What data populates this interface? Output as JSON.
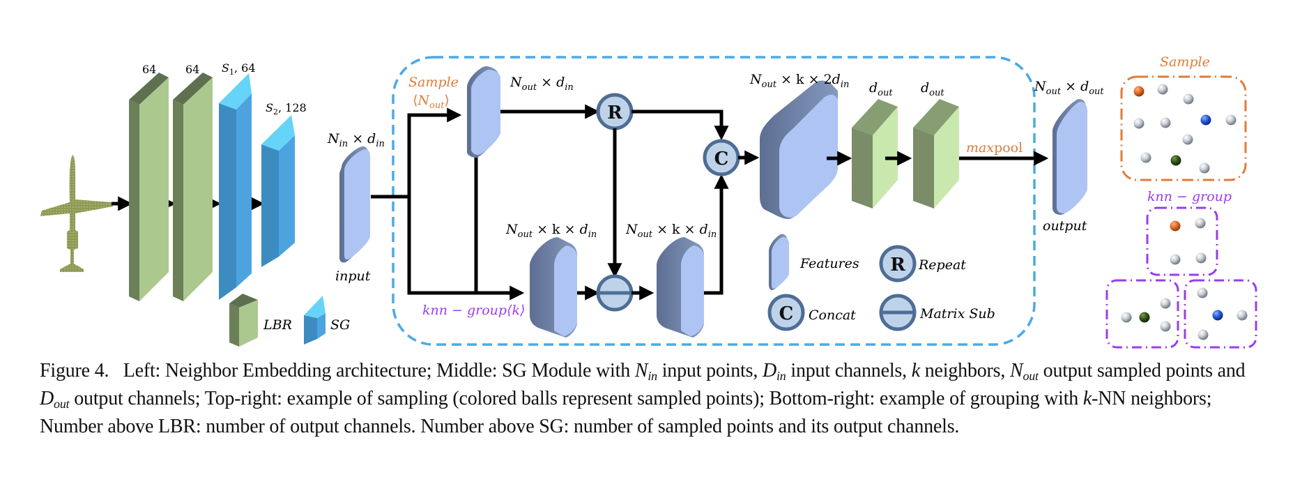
{
  "left_panel": {
    "title": "Neighbor Embedding architecture",
    "input_shape_icon": "airplane-point-cloud",
    "layers": [
      {
        "type": "LBR",
        "label": "64"
      },
      {
        "type": "LBR",
        "label": "64"
      },
      {
        "type": "SG",
        "label_sym": "S",
        "label_sub": "1",
        "label_rest": ", 64"
      },
      {
        "type": "SG",
        "label_sym": "S",
        "label_sub": "2",
        "label_rest": ", 128"
      }
    ],
    "legend": {
      "lbr": "LBR",
      "sg": "SG"
    }
  },
  "middle_panel": {
    "input_label": "input",
    "input_shape": {
      "base": "N",
      "sub": "in",
      "times": " × ",
      "base2": "d",
      "sub2": "in"
    },
    "sample_label": "Sample",
    "sample_param": {
      "open": "⟨",
      "base": "N",
      "sub": "out",
      "close": "⟩"
    },
    "sampled_shape": {
      "base": "N",
      "sub": "out",
      "times": " × ",
      "base2": "d",
      "sub2": "in"
    },
    "knn_label": "knn − group⟨k⟩",
    "grouped_shape": {
      "base": "N",
      "sub": "out",
      "rest": " × k × ",
      "base2": "d",
      "sub2": "in"
    },
    "diff_shape": {
      "base": "N",
      "sub": "out",
      "rest": " × k × ",
      "base2": "d",
      "sub2": "in"
    },
    "concat_shape": {
      "base": "N",
      "sub": "out",
      "rest": " × k × 2",
      "base2": "d",
      "sub2": "in"
    },
    "lbr1_label": {
      "base": "d",
      "sub": "out"
    },
    "lbr2_label": {
      "base": "d",
      "sub": "out"
    },
    "maxpool_label": {
      "ital": "max",
      "rest": "pool"
    },
    "repeat_symbol": "R",
    "concat_symbol": "C",
    "legend": {
      "features": "Features",
      "repeat": "Repeat",
      "concat": "Concat",
      "matrix_sub": "Matrix Sub"
    }
  },
  "output": {
    "label": "output",
    "shape": {
      "base": "N",
      "sub": "out",
      "times": " × ",
      "base2": "d",
      "sub2": "out"
    }
  },
  "right_panel": {
    "sample_title": "Sample",
    "group_title": "knn − group",
    "sample_points": [
      {
        "color": "orange"
      },
      {
        "color": "gray"
      },
      {
        "color": "gray"
      },
      {
        "color": "gray"
      },
      {
        "color": "gray"
      },
      {
        "color": "blue"
      },
      {
        "color": "gray"
      },
      {
        "color": "gray"
      },
      {
        "color": "gray"
      },
      {
        "color": "green"
      },
      {
        "color": "gray"
      }
    ],
    "groups": [
      {
        "center": "orange",
        "neighbors": 3
      },
      {
        "center": "green",
        "neighbors": 3
      },
      {
        "center": "blue",
        "neighbors": 3
      }
    ]
  },
  "colors": {
    "lbr_front": "#abc98f",
    "lbr_side": "#6b8058",
    "lbr_top": "#5f7050",
    "sg_front": "#4da3e0",
    "sg_side": "#3c8cc2",
    "sg_top": "#66d4f8",
    "feature_front": "#aec4f2",
    "feature_side": "#7187ad",
    "op_fill": "#bed3ea",
    "op_stroke": "#4f6d94",
    "module_border": "#4aaae6",
    "sample_accent": "#e07b39",
    "group_accent": "#9a3cf0",
    "ball_orange": "#e06a20",
    "ball_blue": "#2355d8",
    "ball_green": "#2f5216",
    "ball_gray": "#c8ccd2"
  },
  "caption": {
    "figure_label": "Figure 4.",
    "line1_a": "Left: Neighbor Embedding architecture; Middle: SG Module with ",
    "N": "N",
    "in": "in",
    "line1_b": " input points, ",
    "D": "D",
    "line1_c": " input channels, ",
    "k": "k",
    "line1_d": " neighbors, ",
    "out": "out",
    "line2_a": " output sampled points and ",
    "line2_b": " output channels; Top-right: example of sampling (colored balls represent sampled points); Bottom-right: example of grouping with ",
    "line3_a": "-NN neighbors; Number above LBR: number of output channels. Number above SG: number of sampled points and its output channels."
  }
}
